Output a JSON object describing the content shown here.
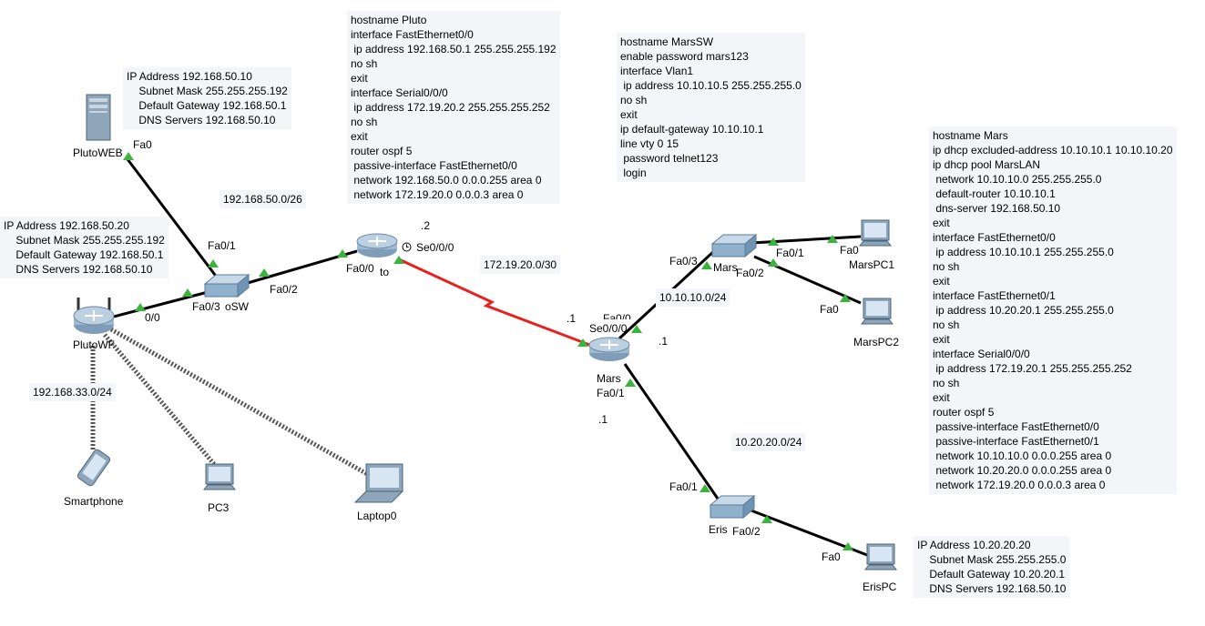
{
  "notes": {
    "pluto_config": "hostname Pluto\ninterface FastEthernet0/0\n ip address 192.168.50.1 255.255.255.192\nno sh\nexit\ninterface Serial0/0/0\n ip address 172.19.20.2 255.255.255.252\nno sh\nexit\nrouter ospf 5\n passive-interface FastEthernet0/0\n network 192.168.50.0 0.0.0.255 area 0\n network 172.19.20.0 0.0.0.3 area 0",
    "marssw_config": "hostname MarsSW\nenable password mars123\ninterface Vlan1\n ip address 10.10.10.5 255.255.255.0\nno sh\nexit\nip default-gateway 10.10.10.1\nline vty 0 15\n password telnet123\n login",
    "mars_config": "hostname Mars\nip dhcp excluded-address 10.10.10.1 10.10.10.20\nip dhcp pool MarsLAN\n network 10.10.10.0 255.255.255.0\n default-router 10.10.10.1\n dns-server 192.168.50.10\nexit\ninterface FastEthernet0/0\n ip address 10.10.10.1 255.255.255.0\nno sh\nexit\ninterface FastEthernet0/1\n ip address 10.20.20.1 255.255.255.0\nno sh\nexit\ninterface Serial0/0/0\n ip address 172.19.20.1 255.255.255.252\nno sh\nexit\nrouter ospf 5\n passive-interface FastEthernet0/0\n passive-interface FastEthernet0/1\n network 10.10.10.0 0.0.0.255 area 0\n network 10.20.20.0 0.0.0.255 area 0\n network 172.19.20.0 0.0.0.3 area 0",
    "plutoweb_ip": "IP Address 192.168.50.10\n    Subnet Mask 255.255.255.192\n    Default Gateway 192.168.50.1\n    DNS Servers 192.168.50.10",
    "plutowf_ip": "IP Address 192.168.50.20\n    Subnet Mask 255.255.255.192\n    Default Gateway 192.168.50.1\n    DNS Servers 192.168.50.10",
    "erispc_ip": "IP Address 10.20.20.20\n    Subnet Mask 255.255.255.0\n    Default Gateway 10.20.20.1\n    DNS Servers 192.168.50.10"
  },
  "networks": {
    "pluto_lan": "192.168.50.0/26",
    "serial_link": "172.19.20.0/30",
    "mars_lan1": "10.10.10.0/24",
    "mars_lan2": "10.20.20.0/24",
    "wireless_lan": "192.168.33.0/24"
  },
  "devices": {
    "plutoweb": "PlutoWEB",
    "plutowf": "PlutoWF",
    "pluto_switch": "oSW",
    "pluto_router": "to",
    "mars_router": "Mars",
    "mars_switch": "Mars",
    "eris_switch": "Eris",
    "marspc1": "MarsPC1",
    "marspc2": "MarsPC2",
    "erispc": "ErisPC",
    "smartphone": "Smartphone",
    "pc3": "PC3",
    "laptop0": "Laptop0"
  },
  "ports": {
    "plutoweb_fa0": "Fa0",
    "psw_fa01": "Fa0/1",
    "psw_fa02": "Fa0/2",
    "psw_fa03": "Fa0/3",
    "wf_00": "0/0",
    "pr_fa00": "Fa0/0",
    "pr_se000": "Se0/0/0",
    "pr_suffix": ".2",
    "mr_se000": "Se0/0/0",
    "mr_suffix_serial": ".1",
    "mr_fa00": "Fa0/0",
    "mr_fa00_suffix": ".1",
    "mr_fa01": "Fa0/1",
    "mr_fa01_suffix": ".1",
    "msw_fa03": "Fa0/3",
    "msw_fa01": "Fa0/1",
    "msw_fa02": "Fa0/2",
    "mpc1_fa0": "Fa0",
    "mpc2_fa0": "Fa0",
    "esw_fa01": "Fa0/1",
    "esw_fa02": "Fa0/2",
    "epc_fa0": "Fa0"
  },
  "colors": {
    "ethernet_link": "#000000",
    "serial_link": "#e8201e",
    "port_up": "#3cb33c",
    "note_bg": "#f3f5f8"
  }
}
